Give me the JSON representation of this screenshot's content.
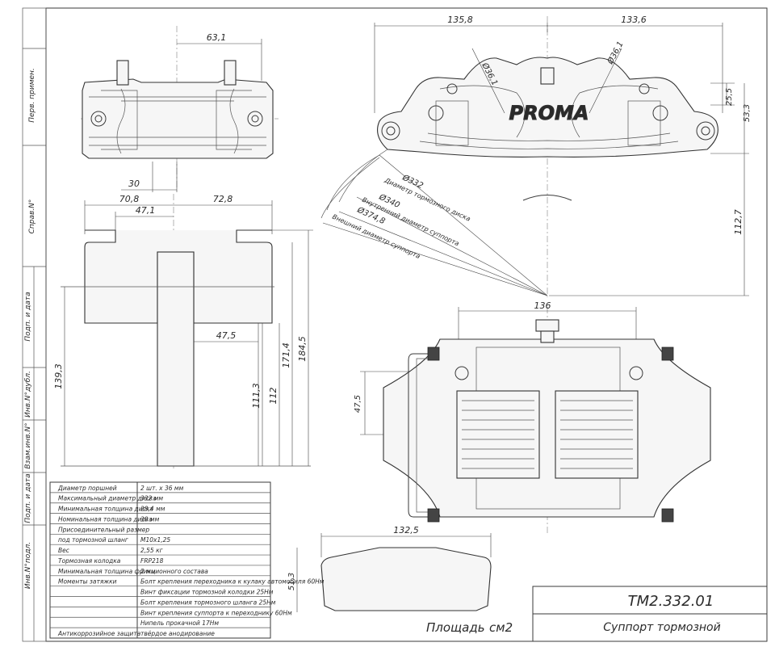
{
  "drawing": {
    "top_view": {
      "dim_width": "63,1",
      "dim_offset": "30"
    },
    "front_view": {
      "dim_left": "135,8",
      "dim_right": "133,6",
      "dim_piston_left": "Ø36,1",
      "dim_piston_right": "Ø36,1",
      "dim_h1": "25,5",
      "dim_h2": "53,3",
      "dim_h3": "112,7",
      "logo_text": "PROMA",
      "radius_labels": [
        {
          "value": "Ø332",
          "caption": "Диаметр тормозного диска"
        },
        {
          "value": "Ø340",
          "caption": "Внутренний диаметр суппорта"
        },
        {
          "value": "Ø374,8",
          "caption": "Внешний диаметр суппорта"
        }
      ]
    },
    "side_view": {
      "dim_left": "70,8",
      "dim_right": "72,8",
      "dim_inner": "47,1",
      "dim_step": "47,5",
      "dim_v1": "139,3",
      "dim_v2": "111,3",
      "dim_v3": "112",
      "dim_v4": "171,4",
      "dim_v5": "184,5"
    },
    "bottom_view": {
      "dim_width": "136",
      "dim_height": "47,5"
    },
    "pad_view": {
      "dim_width": "132,5",
      "dim_height": "51,3"
    }
  },
  "left_stamps": [
    "Перв. примен.",
    "Справ.N°",
    "Подп. и дата",
    "Инв.N°дубл.",
    "Взам.инв.N°",
    "Подп. и дата",
    "Инв.N°подл."
  ],
  "spec_table": {
    "rows": [
      {
        "label": "Диаметр поршней",
        "value": "2 шт. х 36 мм"
      },
      {
        "label": "Максимальный диаметр диска",
        "value": "332 мм"
      },
      {
        "label": "Минимальная толщина диска",
        "value": "28,4 мм"
      },
      {
        "label": "Номинальная толщина диска",
        "value": "30 мм"
      },
      {
        "label": "Присоединительный размер",
        "value": ""
      },
      {
        "label": "под тормозной шланг",
        "value": "М10х1,25"
      },
      {
        "label": "Вес",
        "value": "2,55 кг"
      },
      {
        "label": "Тормозная колодка",
        "value": "FRP218"
      },
      {
        "label": "Минимальная толщина фрикционного состава",
        "value": "2 мм"
      },
      {
        "label": "Моменты затяжки",
        "value": "Болт крепления переходника к кулаку автомобиля 60Нм"
      },
      {
        "label": "",
        "value": "Винт фиксации тормозной колодки 25Нм"
      },
      {
        "label": "",
        "value": "Болт крепления тормозного шланга 25Нм"
      },
      {
        "label": "",
        "value": "Винт крепления суппорта к переходнику 60Нм"
      },
      {
        "label": "",
        "value": "Нипель прокачной 17Нм"
      },
      {
        "label": "Антикоррозийное защита",
        "value": "твёрдое анодирование"
      }
    ]
  },
  "title_block": {
    "area_label": "Площадь",
    "area_unit": "см2",
    "code": "ТМ2.332.01",
    "name": "Суппорт тормозной"
  }
}
